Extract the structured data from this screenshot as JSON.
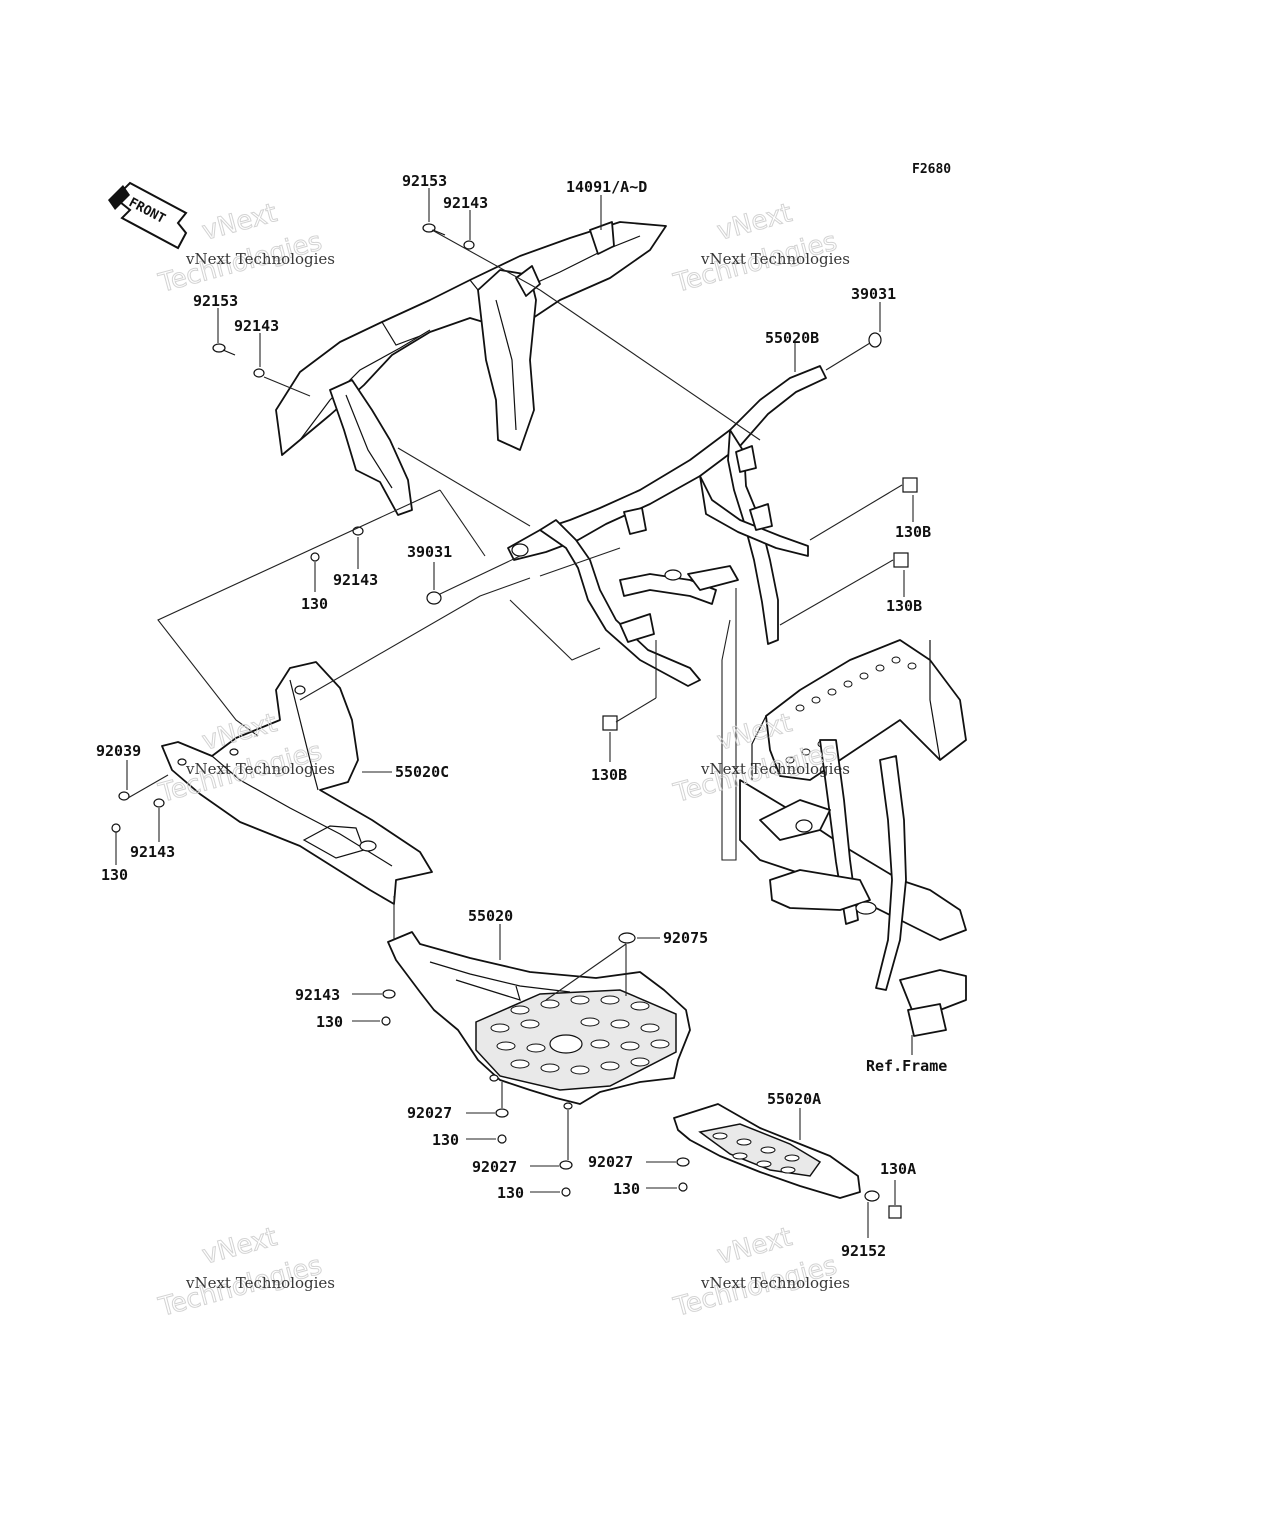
{
  "diagram_code": "F2680",
  "front_label": "FRONT",
  "watermark": {
    "line1": "vNext Technologies",
    "line2": "Technologies",
    "line3": "vNext"
  },
  "labels": {
    "l_92153_top": "92153",
    "l_92143_top": "92143",
    "l_14091": "14091/A~D",
    "l_92153_left": "92153",
    "l_92143_left": "92143",
    "l_39031_right": "39031",
    "l_55020B": "55020B",
    "l_130B_1": "130B",
    "l_130B_2": "130B",
    "l_39031_mid": "39031",
    "l_92143_mid": "92143",
    "l_130_mid": "130",
    "l_130B_3": "130B",
    "l_92039": "92039",
    "l_55020C": "55020C",
    "l_92143_low": "92143",
    "l_130_low": "130",
    "l_55020": "55020",
    "l_92075": "92075",
    "l_92143_b": "92143",
    "l_130_b": "130",
    "l_92027_1": "92027",
    "l_130_c": "130",
    "l_92027_2": "92027",
    "l_130_d": "130",
    "l_92027_3": "92027",
    "l_130_e": "130",
    "l_55020A": "55020A",
    "l_130A": "130A",
    "l_92152": "92152",
    "l_ref_frame": "Ref.Frame"
  }
}
